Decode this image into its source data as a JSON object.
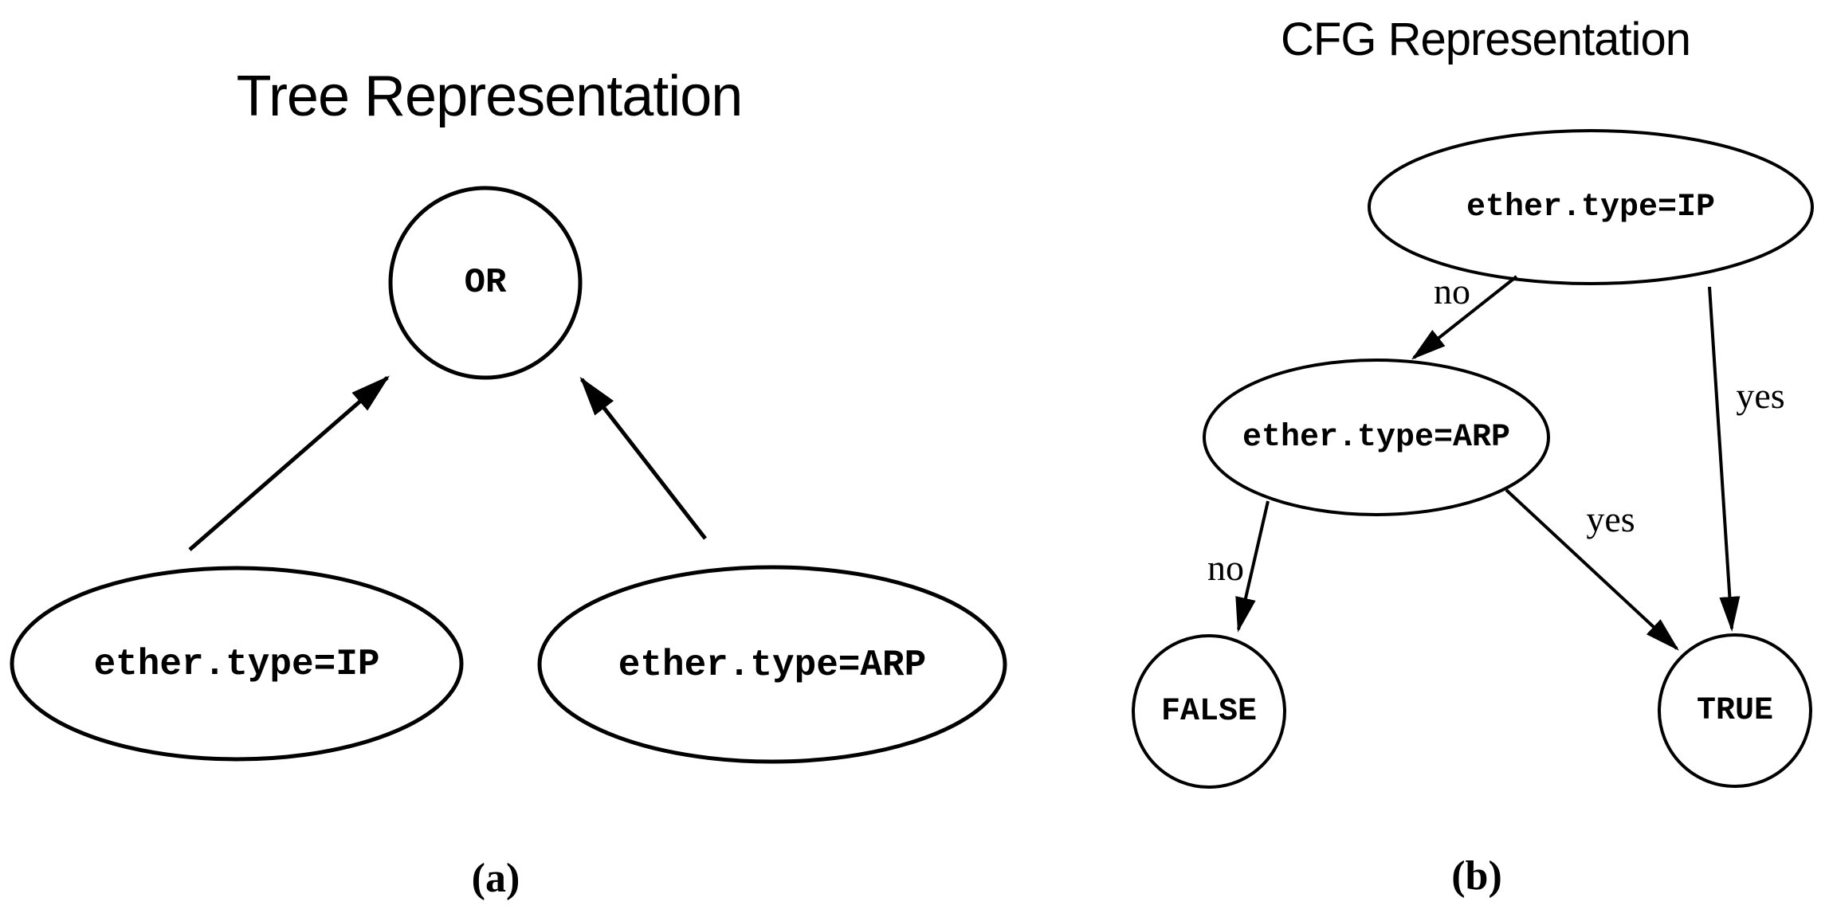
{
  "figure": {
    "tree_panel": {
      "title": "Tree Representation",
      "caption": "(a)",
      "nodes": {
        "or": "OR",
        "ip": "ether.type=IP",
        "arp": "ether.type=ARP"
      }
    },
    "cfg_panel": {
      "title": "CFG Representation",
      "caption": "(b)",
      "nodes": {
        "ip": "ether.type=IP",
        "arp": "ether.type=ARP",
        "false": "FALSE",
        "true": "TRUE"
      },
      "edge_labels": {
        "ip_to_arp": "no",
        "ip_to_true": "yes",
        "arp_to_false": "no",
        "arp_to_true": "yes"
      }
    },
    "colors": {
      "ink": "#000000",
      "background": "#ffffff"
    }
  }
}
